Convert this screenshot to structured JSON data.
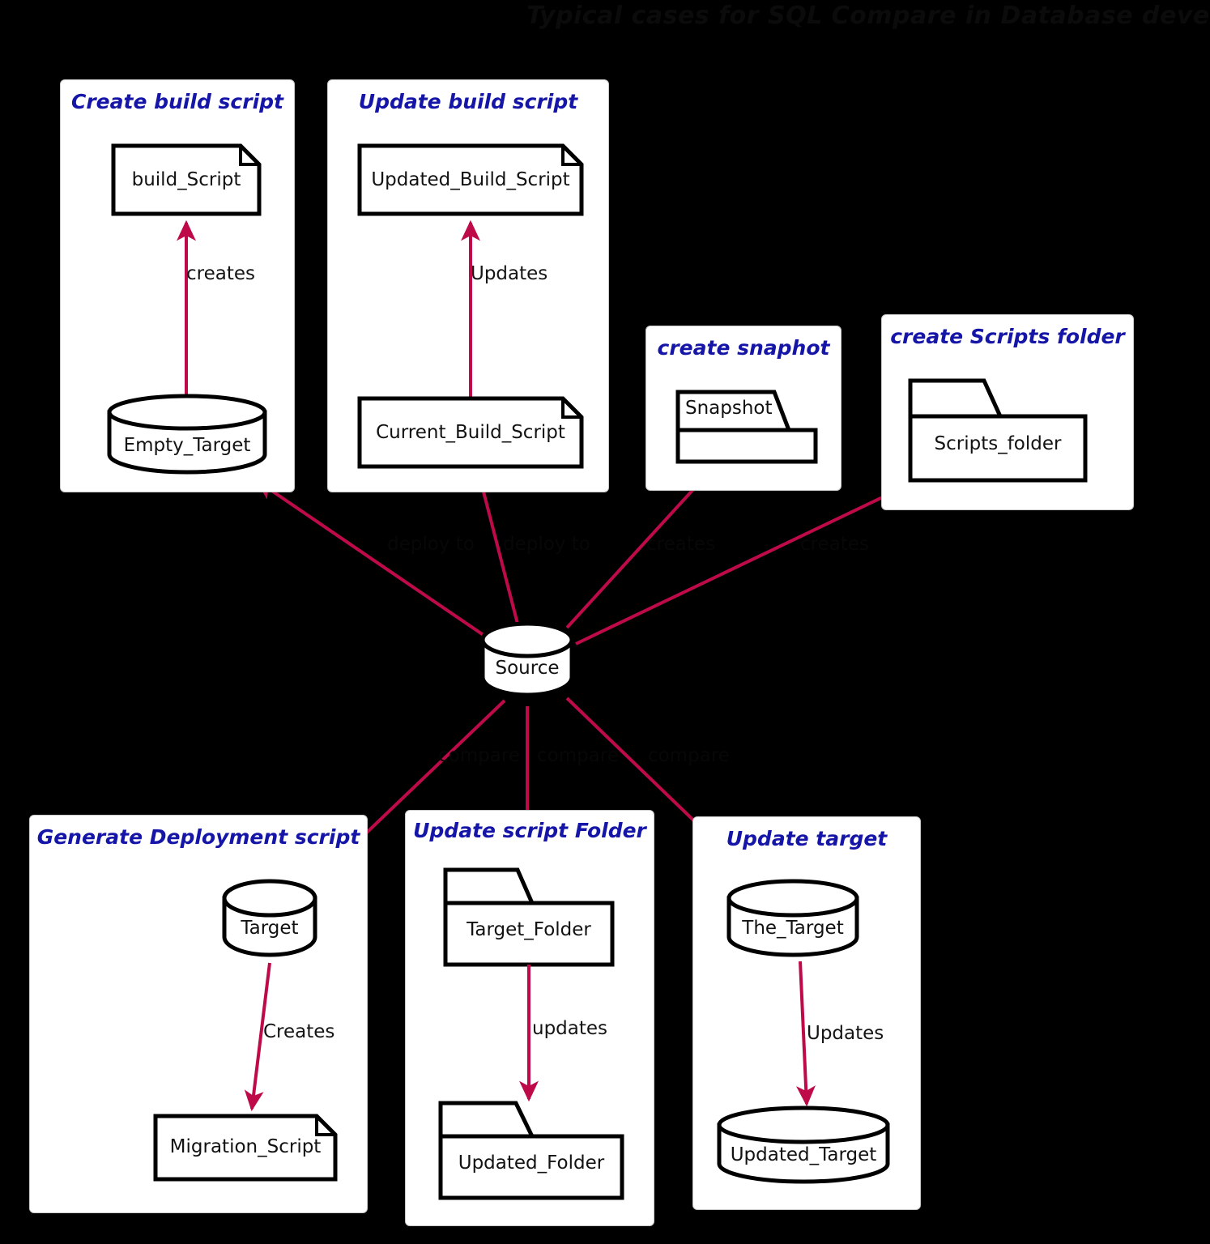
{
  "title": "Typical cases for SQL Compare in Database development",
  "colors": {
    "accent": "#bf0a4a",
    "panel_title": "#1515a8",
    "node_stroke": "#000000",
    "panel_bg": "#ffffff",
    "page_bg": "#000000"
  },
  "panels": [
    {
      "id": "create-build-script",
      "title": "Create build script",
      "nodes": [
        {
          "id": "build-script",
          "shape": "document",
          "label": "build_Script"
        },
        {
          "id": "empty-target",
          "shape": "database",
          "label": "Empty_Target"
        }
      ],
      "edges": [
        {
          "label": "creates",
          "from": "empty-target",
          "to": "build-script"
        }
      ]
    },
    {
      "id": "update-build-script",
      "title": "Update build script",
      "nodes": [
        {
          "id": "updated-build-script",
          "shape": "document",
          "label": "Updated_Build_Script"
        },
        {
          "id": "current-build-script",
          "shape": "document",
          "label": "Current_Build_Script"
        }
      ],
      "edges": [
        {
          "label": "Updates",
          "from": "current-build-script",
          "to": "updated-build-script"
        }
      ]
    },
    {
      "id": "create-snaphot",
      "title": "create snaphot",
      "nodes": [
        {
          "id": "snapshot",
          "shape": "folder",
          "label": "Snapshot"
        }
      ],
      "edges": []
    },
    {
      "id": "create-scripts-folder",
      "title": "create Scripts folder",
      "nodes": [
        {
          "id": "scripts-folder",
          "shape": "folder",
          "label": "Scripts_folder"
        }
      ],
      "edges": []
    },
    {
      "id": "generate-deployment-script",
      "title": "Generate Deployment script",
      "nodes": [
        {
          "id": "target",
          "shape": "database",
          "label": "Target"
        },
        {
          "id": "migration-script",
          "shape": "document",
          "label": "Migration_Script"
        }
      ],
      "edges": [
        {
          "label": "Creates",
          "from": "target",
          "to": "migration-script"
        }
      ]
    },
    {
      "id": "update-script-folder",
      "title": "Update script Folder",
      "nodes": [
        {
          "id": "target-folder",
          "shape": "folder",
          "label": "Target_Folder"
        },
        {
          "id": "updated-folder",
          "shape": "folder",
          "label": "Updated_Folder"
        }
      ],
      "edges": [
        {
          "label": "updates",
          "from": "target-folder",
          "to": "updated-folder"
        }
      ]
    },
    {
      "id": "update-target",
      "title": "Update target",
      "nodes": [
        {
          "id": "the-target",
          "shape": "database",
          "label": "The_Target"
        },
        {
          "id": "updated-target",
          "shape": "database",
          "label": "Updated_Target"
        }
      ],
      "edges": [
        {
          "label": "Updates",
          "from": "the-target",
          "to": "updated-target"
        }
      ]
    }
  ],
  "center": {
    "id": "source",
    "shape": "database",
    "label": "Source"
  },
  "center_edges": [
    {
      "id": "source-to-empty-target",
      "label": "deploy to",
      "target": "Empty_Target"
    },
    {
      "id": "source-to-current-build-script",
      "label": "deploy to",
      "target": "Current_Build_Script"
    },
    {
      "id": "source-to-snapshot",
      "label": "creates",
      "target": "Snapshot"
    },
    {
      "id": "source-to-scripts-folder",
      "label": "creates",
      "target": "Scripts_folder"
    },
    {
      "id": "source-to-target",
      "label": "compare",
      "target": "Target"
    },
    {
      "id": "source-to-target-folder",
      "label": "compare",
      "target": "Target_Folder"
    },
    {
      "id": "source-to-the-target",
      "label": "compare",
      "target": "The_Target"
    }
  ]
}
